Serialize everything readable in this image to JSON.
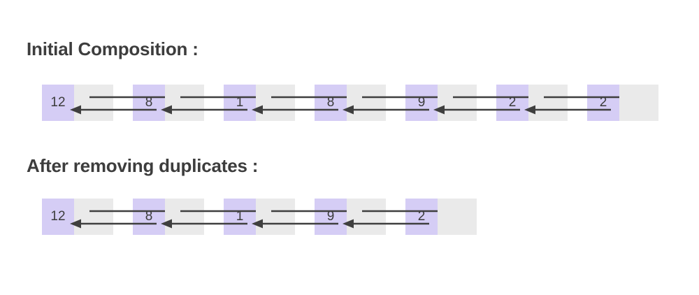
{
  "page": {
    "background_color": "#ffffff",
    "text_color": "#3d3d3d"
  },
  "sections": [
    {
      "id": "initial",
      "heading": "Initial Composition :",
      "list": {
        "name": "initial-linked-list",
        "values": [
          "12",
          "8",
          "1",
          "8",
          "9",
          "2",
          "2"
        ],
        "node_count": 7,
        "link_style": "doubly-linked",
        "value_cell_color": "#d5cdf5",
        "next_cell_color": "#eaeaea",
        "arrow_color": "#3f3f3f"
      }
    },
    {
      "id": "after",
      "heading": "After removing duplicates :",
      "list": {
        "name": "deduplicated-linked-list",
        "values": [
          "12",
          "8",
          "1",
          "9",
          "2"
        ],
        "node_count": 5,
        "link_style": "doubly-linked",
        "value_cell_color": "#d5cdf5",
        "next_cell_color": "#eaeaea",
        "arrow_color": "#3f3f3f"
      }
    }
  ]
}
